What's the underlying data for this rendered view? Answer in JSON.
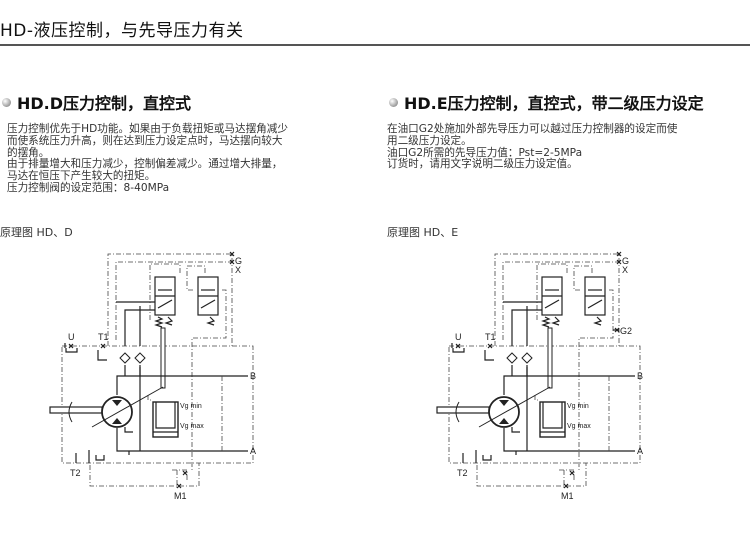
{
  "page_title": "HD-液压控制，与先导压力有关",
  "sections": [
    {
      "heading": "HD.D压力控制，直控式",
      "lines": [
        "压力控制优先于HD功能。如果由于负载扭矩或马达摆角减少",
        "而使系统压力升高，则在达到压力设定点时，马达摆向较大",
        "的摆角。",
        "由于排量增大和压力减少，控制偏差减少。通过增大排量，",
        "马达在恒压下产生较大的扭矩。",
        "压力控制阀的设定范围：8-40MPa"
      ],
      "diagram_label": "原理图 HD、D",
      "diagram": {
        "G": "G",
        "X": "X",
        "U": "U",
        "T1": "T1",
        "T2": "T2",
        "M1": "M1",
        "A": "A",
        "B": "B",
        "vgmin": "Vg min",
        "vgmax": "Vg max"
      }
    },
    {
      "heading": "HD.E压力控制，直控式，带二级压力设定",
      "lines": [
        "在油口G2处施加外部先导压力可以越过压力控制器的设定而使",
        "用二级压力设定。",
        "油口G2所需的先导压力值：Pst=2-5MPa",
        "订货时，请用文字说明二级压力设定值。"
      ],
      "diagram_label": "原理图 HD、E",
      "diagram": {
        "G": "G",
        "X": "X",
        "G2": "G2",
        "U": "U",
        "T1": "T1",
        "T2": "T2",
        "M1": "M1",
        "A": "A",
        "B": "B",
        "vgmin": "Vg min",
        "vgmax": "Vg max"
      }
    }
  ]
}
